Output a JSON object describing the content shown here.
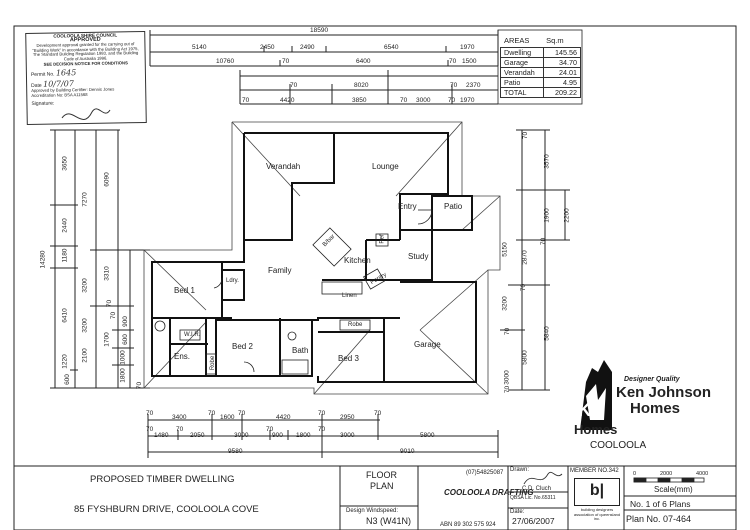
{
  "council_stamp": {
    "heading": "COOLOOLA SHIRE COUNCIL",
    "status": "APPROVED",
    "text": "Development approval granted for the carrying out of \"Building Work\" in accordance with the Building Act 1975, The Standard Building Regulation 1993, and the Building Code of Australia 1996.",
    "notice": "SEE DECISION NOTICE FOR CONDITIONS",
    "permit_label": "Permit No.",
    "permit_value": "1645",
    "date_label": "Date",
    "date_value": "10/7/07",
    "approved_by": "Approved by Building Certifier: Dennis Jones",
    "accreditation": "Accreditation No: BSA A11568",
    "signature_label": "Signature:"
  },
  "areas": {
    "header_label": "AREAS",
    "header_unit": "Sq.m",
    "rows": [
      {
        "name": "Dwelling",
        "value": "145.56"
      },
      {
        "name": "Garage",
        "value": "34.70"
      },
      {
        "name": "Verandah",
        "value": "24.01"
      },
      {
        "name": "Patio",
        "value": "4.95"
      },
      {
        "name": "TOTAL",
        "value": "209.22"
      }
    ]
  },
  "top_dims": {
    "overall": "18590",
    "row1": [
      "5140",
      "2450",
      "2490",
      "6540",
      "1970"
    ],
    "row2": [
      "10760",
      "70",
      "6400",
      "70",
      "1500"
    ],
    "row3": [
      "70",
      "8020",
      "70",
      "2370"
    ],
    "row4": [
      "70",
      "4420",
      "3850",
      "70",
      "3000",
      "70",
      "1970"
    ]
  },
  "left_dims": {
    "overall": "14280",
    "outer": [
      "3650",
      "2440",
      "1180",
      "6410",
      "1220",
      "600"
    ],
    "mid": [
      "7270",
      "3200",
      "3200",
      "2100"
    ],
    "inner": [
      "6090",
      "3310",
      "70",
      "1700",
      "70",
      "900",
      "600",
      "1000",
      "1800",
      "70"
    ]
  },
  "right_dims": {
    "a": [
      "70",
      "3570",
      "1900",
      "2200",
      "70"
    ],
    "b": [
      "5150",
      "3200",
      "2870",
      "70",
      "5800",
      "5840"
    ],
    "c": [
      "70",
      "3000",
      "70"
    ]
  },
  "bottom_dims": {
    "row1": [
      "70",
      "3400",
      "70",
      "1600",
      "70",
      "4420",
      "70",
      "2950",
      "70"
    ],
    "row2": [
      "70",
      "1480",
      "70",
      "2050",
      "3000",
      "70",
      "900",
      "1800",
      "70",
      "3000",
      "5800"
    ],
    "row3": [
      "9580",
      "9010"
    ]
  },
  "rooms": {
    "verandah": "Verandah",
    "lounge": "Lounge",
    "entry": "Entry",
    "patio": "Patio",
    "study": "Study",
    "kitchen": "Kitchen",
    "family": "Family",
    "bed1": "Bed 1",
    "ldry": "Ldry.",
    "linen": "Linen",
    "pantry": "Pantry",
    "ref": "Ref",
    "wir": "W.I.R.",
    "ens": "Ens.",
    "bed2": "Bed 2",
    "robe1": "Robe",
    "bath": "Bath",
    "robe2": "Robe",
    "bed3": "Bed 3",
    "garage": "Garage",
    "bbar": "B/bar"
  },
  "logo": {
    "tagline": "Designer Quality",
    "brand": "Ken Johnson",
    "brand2": "Homes",
    "mark": "KJ",
    "mark_sub": "Homes",
    "location": "COOLOOLA"
  },
  "title_block": {
    "project": "PROPOSED TIMBER DWELLING",
    "address": "85 FYSHBURN DRIVE, COOLOOLA COVE",
    "sheet_type_1": "FLOOR",
    "sheet_type_2": "PLAN",
    "windspeed_label": "Design Windspeed:",
    "windspeed_value": "N3 (W41N)",
    "drafting_phone": "(07)54825087",
    "drafting_name": "COOLOOLA DRAFTING",
    "drafting_abn": "ABN 89 302 575 924",
    "drawn_label": "Drawn:",
    "drawn_name": "C.D. Cluch",
    "qbsa": "QBSA Lic. No.65311",
    "date_label": "Date:",
    "date_value": "27/06/2007",
    "member": "MEMBER NO.342",
    "bdaq": "building designers association of queensland inc.",
    "scale_ticks": [
      "0",
      "2000",
      "4000"
    ],
    "scale_label": "Scale(mm)",
    "sheet_no": "No. 1 of 6 Plans",
    "plan_no": "Plan No. 07-464"
  },
  "colors": {
    "ink": "#222222",
    "paper": "#ffffff"
  }
}
